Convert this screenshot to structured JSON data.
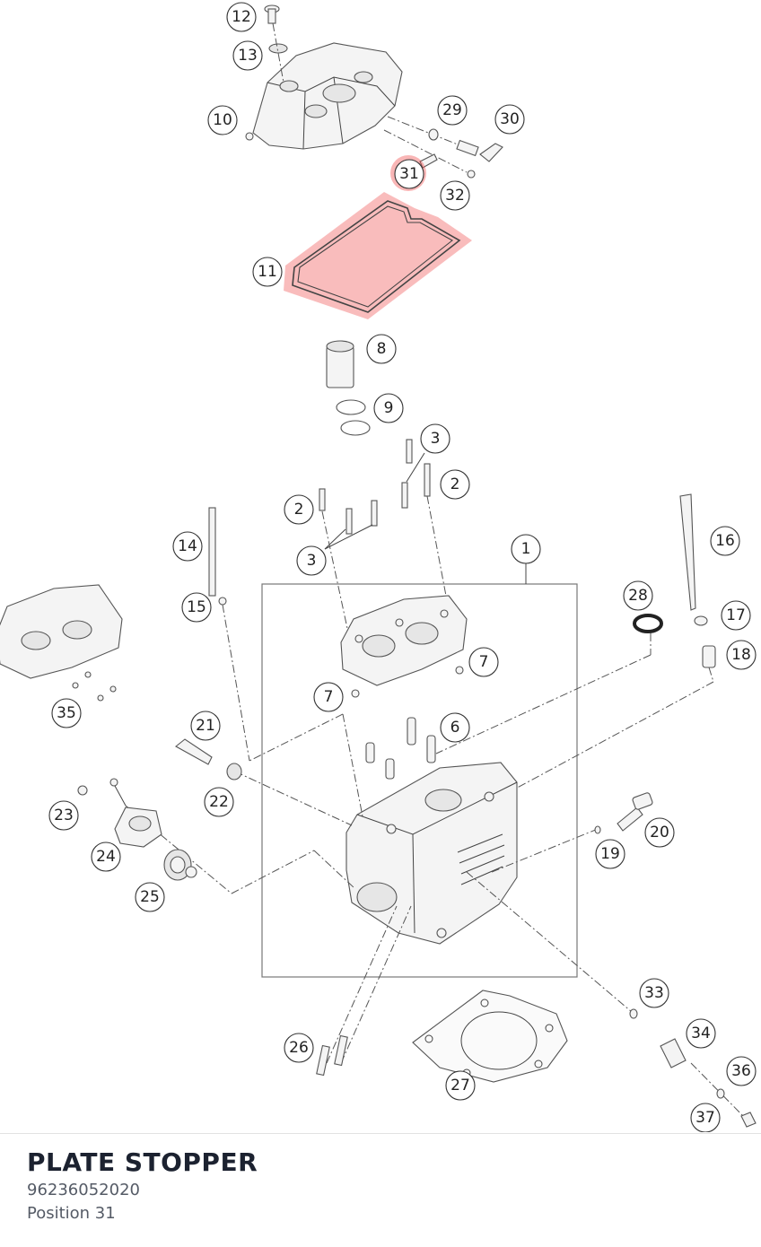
{
  "part": {
    "name": "PLATE STOPPER",
    "number": "96236052020",
    "position": "Position 31"
  },
  "diagram": {
    "highlighted": [
      "31",
      "11"
    ],
    "highlight_color": "#f05050",
    "callouts": {
      "c1": "1",
      "c2a": "2",
      "c2b": "2",
      "c3a": "3",
      "c3b": "3",
      "c6": "6",
      "c7a": "7",
      "c7b": "7",
      "c8": "8",
      "c9": "9",
      "c10": "10",
      "c11": "11",
      "c12": "12",
      "c13": "13",
      "c14": "14",
      "c15": "15",
      "c16": "16",
      "c17": "17",
      "c18": "18",
      "c19": "19",
      "c20": "20",
      "c21": "21",
      "c22": "22",
      "c23": "23",
      "c24": "24",
      "c25": "25",
      "c26": "26",
      "c27": "27",
      "c28": "28",
      "c29": "29",
      "c30": "30",
      "c31": "31",
      "c32": "32",
      "c33": "33",
      "c34": "34",
      "c35": "35",
      "c36": "36",
      "c37": "37"
    }
  }
}
